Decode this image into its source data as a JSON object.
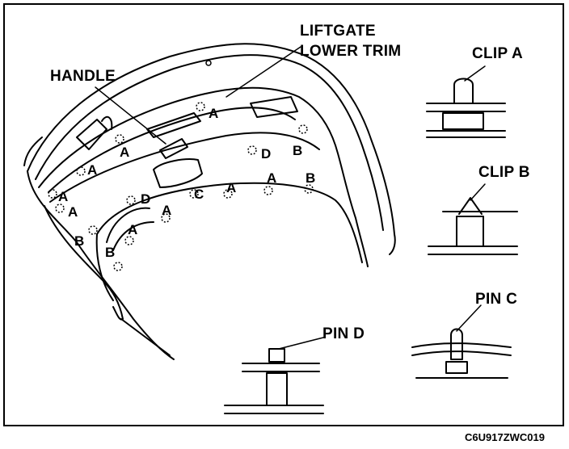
{
  "labels": {
    "liftgate_line1": "LIFTGATE",
    "liftgate_line2": "LOWER TRIM",
    "handle": "HANDLE",
    "clip_a": "CLIP A",
    "clip_b": "CLIP B",
    "pin_c": "PIN C",
    "pin_d": "PIN D"
  },
  "callouts": {
    "a": "A",
    "b": "B",
    "c": "C",
    "d": "D"
  },
  "figure_code": "C6U917ZWC019"
}
